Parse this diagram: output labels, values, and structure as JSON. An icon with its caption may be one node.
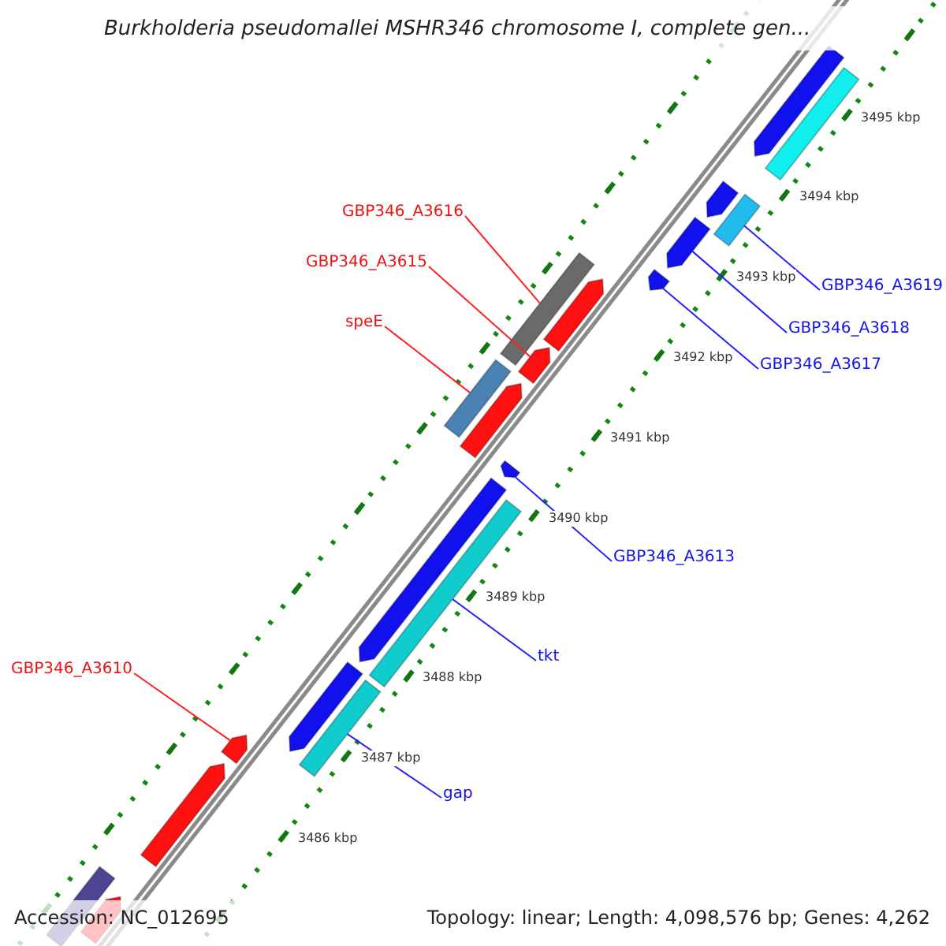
{
  "diagram": {
    "title": "Burkholderia pseudomallei MSHR346 chromosome I, complete gen...",
    "nodes": [
      {
        "text": [
          "GBP346_A3616"
        ]
      },
      {
        "text": [
          "GBP346_A3615"
        ]
      },
      {
        "text": [
          "speE"
        ]
      },
      {
        "text": [
          "GBP346_A3619"
        ]
      },
      {
        "text": [
          "GBP346_A3618"
        ]
      },
      {
        "text": [
          "GBP346_A3617"
        ]
      },
      {
        "text": [
          "GBP346_A3613"
        ]
      },
      {
        "text": [
          "tkt"
        ]
      },
      {
        "text": [
          "GBP346_A3610"
        ]
      },
      {
        "text": [
          "gap"
        ]
      },
      {
        "text": [],
        "shape": "bar"
      },
      {
        "text": [],
        "shape": "bar"
      },
      {
        "text": [],
        "shape": "bar"
      },
      {
        "text": [],
        "shape": "bar"
      },
      {
        "text": [],
        "shape": "bar"
      },
      {
        "text": [],
        "shape": "bar"
      },
      {
        "text": [],
        "shape": "bar"
      },
      {
        "text": [],
        "shape": "bar"
      },
      {
        "text": [],
        "shape": "bar"
      },
      {
        "text": [],
        "shape": "bar"
      },
      {
        "text": [],
        "shape": "bar"
      },
      {
        "text": [],
        "shape": "bar"
      },
      {
        "text": [],
        "shape": "bar"
      },
      {
        "text": [],
        "shape": "bar"
      },
      {
        "text": [],
        "shape": "bar"
      },
      {
        "text": [],
        "shape": "bar"
      },
      {
        "text": [],
        "shape": "bar"
      },
      {
        "text": [],
        "shape": "bar"
      },
      {
        "text": [],
        "shape": "bar"
      },
      {
        "text": [],
        "shape": "bar"
      }
    ],
    "edges": [
      {
        "from": 0,
        "to": 13,
        "arrow": "none",
        "color": "#ff2222"
      },
      {
        "from": 1,
        "to": 14,
        "arrow": "none",
        "color": "#ff2222"
      },
      {
        "from": 2,
        "to": 15,
        "arrow": "none",
        "color": "#ff2222"
      },
      {
        "from": 3,
        "to": 10,
        "arrow": "none"
      },
      {
        "from": 4,
        "to": 11,
        "arrow": "none"
      },
      {
        "from": 5,
        "to": 12,
        "arrow": "none"
      },
      {
        "from": 6,
        "to": 16,
        "arrow": "none"
      },
      {
        "from": 7,
        "to": 17,
        "arrow": "none"
      },
      {
        "from": 8,
        "to": 19,
        "arrow": "none",
        "color": "#ff2222"
      },
      {
        "from": 9,
        "to": 18,
        "arrow": "none"
      }
    ],
    "labels": [
      "3495 kbp",
      "3494 kbp",
      "3493 kbp",
      "3492 kbp",
      "3491 kbp",
      "3490 kbp",
      "3489 kbp",
      "3488 kbp",
      "3487 kbp",
      "3486 kbp",
      "Accession: NC_012695",
      "Topology: linear; Length: 4,098,576 bp; Genes: 4,262"
    ]
  }
}
